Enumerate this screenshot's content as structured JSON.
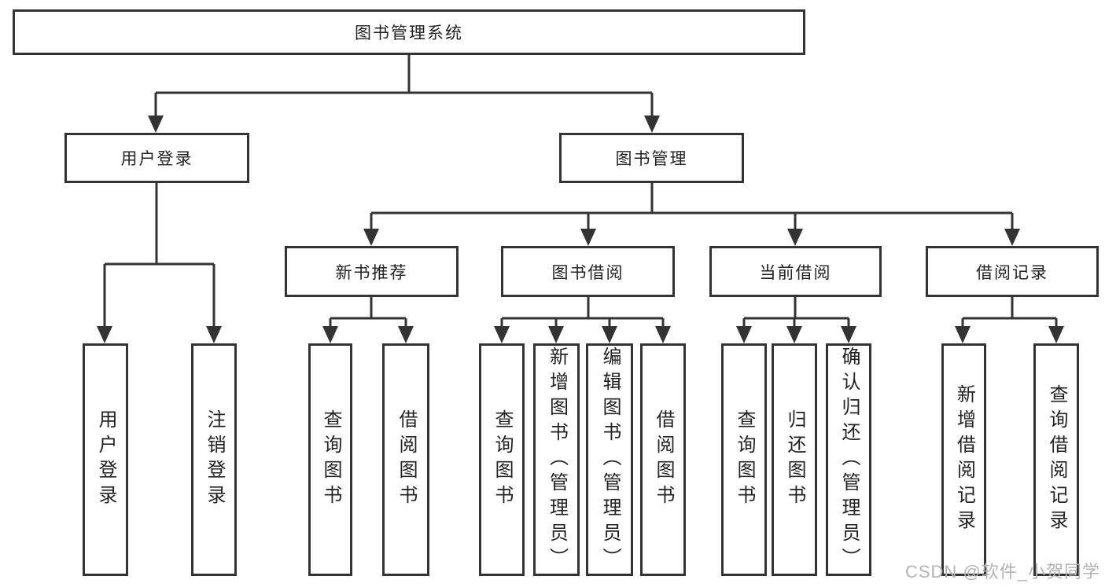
{
  "title": "图书管理系统",
  "level2": [
    "用户登录",
    "图书管理"
  ],
  "level3": [
    "新书推荐",
    "图书借阅",
    "当前借阅",
    "借阅记录"
  ],
  "leaves": {
    "user_login": [
      "用户登录",
      "注销登录"
    ],
    "new_book_recommend": [
      "查询图书",
      "借阅图书"
    ],
    "book_borrow": [
      "查询图书",
      "新增图书（管理员）",
      "编辑图书（管理员）",
      "借阅图书"
    ],
    "current_borrow": [
      "查询图书",
      "归还图书",
      "确认归还（管理员）"
    ],
    "borrow_record": [
      "新增借阅记录",
      "查询借阅记录"
    ]
  },
  "watermark": "CSDN @软件_小贺同学",
  "colors": {
    "line": "#333333",
    "box_border": "#333333",
    "text": "#222222",
    "watermark": "#b3b3b3",
    "background": "#ffffff"
  }
}
